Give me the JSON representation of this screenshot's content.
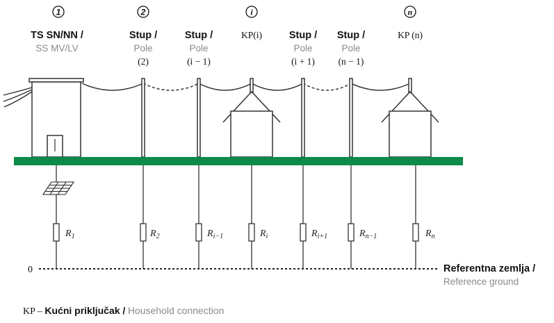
{
  "nodes": [
    {
      "number": "1",
      "label_hr": "TS SN/NN /",
      "label_en": "SS MV/LV",
      "index": "",
      "resistor_base": "R",
      "resistor_sub": "1"
    },
    {
      "number": "2",
      "label_hr": "Stup /",
      "label_en": "Pole",
      "index": "(2)",
      "resistor_base": "R",
      "resistor_sub": "2"
    },
    {
      "number": "",
      "label_hr": "Stup /",
      "label_en": "Pole",
      "index": "(i − 1)",
      "resistor_base": "R",
      "resistor_sub": "i−1"
    },
    {
      "number": "i",
      "label_hr": "KP(i)",
      "label_en": "",
      "index": "",
      "resistor_base": "R",
      "resistor_sub": "i"
    },
    {
      "number": "",
      "label_hr": "Stup /",
      "label_en": "Pole",
      "index": "(i + 1)",
      "resistor_base": "R",
      "resistor_sub": "i+1"
    },
    {
      "number": "",
      "label_hr": "Stup /",
      "label_en": "Pole",
      "index": "(n − 1)",
      "resistor_base": "R",
      "resistor_sub": "n−1"
    },
    {
      "number": "n",
      "label_hr": "KP (n)",
      "label_en": "",
      "index": "",
      "resistor_base": "R",
      "resistor_sub": "n"
    }
  ],
  "reference": {
    "zero": "0",
    "label_hr": "Referentna zemlja /",
    "label_en": "Reference ground"
  },
  "footer": {
    "abbr": "KP –",
    "label_hr": "Kućni priključak /",
    "label_en": "Household connection"
  },
  "colors": {
    "ground": "#0b8a4a",
    "line": "#333333",
    "muted": "#8a8a8a"
  },
  "icons": [
    "solar-panel-icon",
    "house-icon",
    "substation-icon"
  ]
}
